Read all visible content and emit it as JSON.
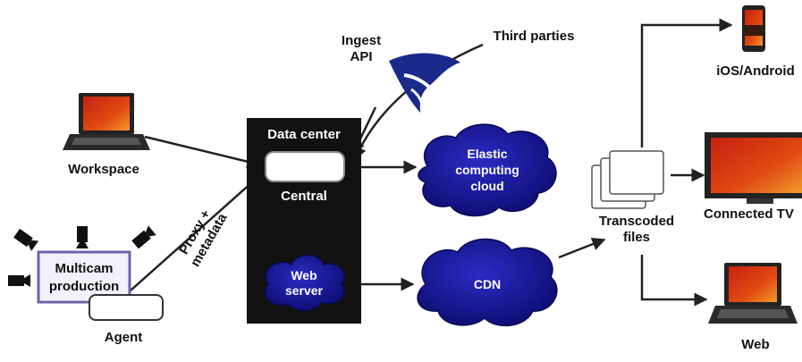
{
  "labels": {
    "ingest_api": [
      "Ingest",
      "API"
    ],
    "third_parties": "Third parties",
    "ios_android": "iOS/Android",
    "workspace": "Workspace",
    "data_center": "Data center",
    "central": "Central",
    "elastic_cloud": [
      "Elastic",
      "computing",
      "cloud"
    ],
    "connected_tv": "Connected TV",
    "transcoded_files": [
      "Transcoded",
      "files"
    ],
    "proxy_metadata": [
      "Proxy +",
      "metadata"
    ],
    "multicam_production": [
      "Multicam",
      "production"
    ],
    "web_server": [
      "Web",
      "server"
    ],
    "cdn": "CDN",
    "agent": "Agent",
    "web": "Web"
  },
  "colors": {
    "cloud_fill": "#1a1aa0",
    "cloud_dark": "#0a0a6a",
    "datacenter_fill": "#111111",
    "screen_red": "#c62010",
    "screen_orange": "#ee7a18",
    "production_border": "#6c63a8",
    "production_fill": "#f3f1fb"
  },
  "icons": [
    "laptop-icon",
    "camera-icon",
    "wing-logo-icon",
    "smartphone-icon",
    "tv-icon",
    "file-stack-icon"
  ]
}
